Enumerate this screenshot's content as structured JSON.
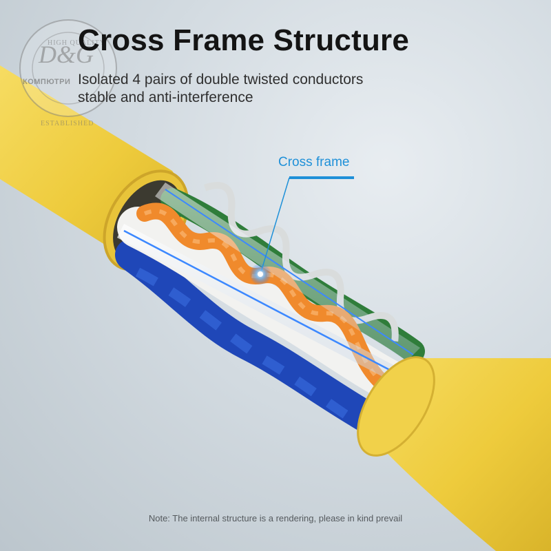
{
  "heading": {
    "title": "Cross Frame Structure",
    "line1": "Isolated 4 pairs of double twisted conductors",
    "line2": "stable and anti-interference"
  },
  "callout": {
    "label": "Cross frame"
  },
  "note": "Note: The internal structure is a rendering, please in kind prevail",
  "watermark": {
    "main": "D&G",
    "sub": "КОМПЮТРИ",
    "top": "HIGH QUALITY",
    "bottom": "ESTABLISHED"
  },
  "colors": {
    "jacket": "#f3d34a",
    "pair_orange": "#f08a2c",
    "pair_blue": "#1f47b8",
    "pair_green": "#2f7d3a",
    "pair_white": "#f2f2f0",
    "accent": "#1e90d8",
    "title": "#141414"
  }
}
